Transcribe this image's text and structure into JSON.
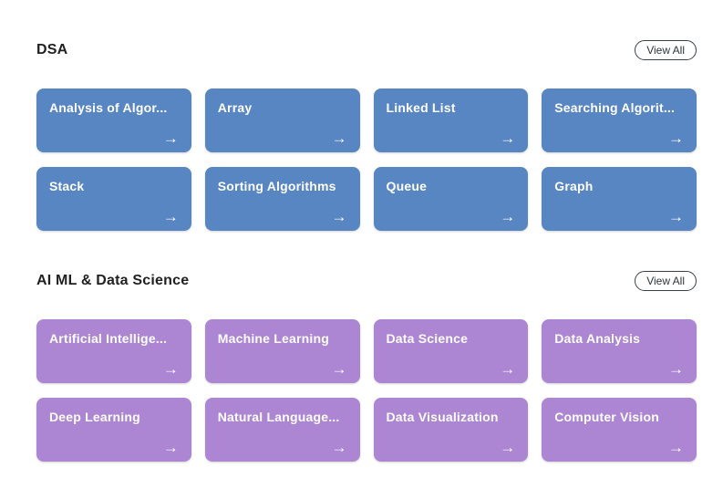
{
  "icons": {
    "arrow_right": "→"
  },
  "sections": [
    {
      "title": "DSA",
      "view_all_label": "View All",
      "card_color": "#5886c2",
      "cards": [
        {
          "label": "Analysis of Algor..."
        },
        {
          "label": "Array"
        },
        {
          "label": "Linked List"
        },
        {
          "label": "Searching Algorit..."
        },
        {
          "label": "Stack"
        },
        {
          "label": "Sorting Algorithms"
        },
        {
          "label": "Queue"
        },
        {
          "label": "Graph"
        }
      ]
    },
    {
      "title": "AI ML & Data Science",
      "view_all_label": "View All",
      "card_color": "#ac85d3",
      "cards": [
        {
          "label": "Artificial Intellige..."
        },
        {
          "label": "Machine Learning"
        },
        {
          "label": "Data Science"
        },
        {
          "label": "Data Analysis"
        },
        {
          "label": "Deep Learning"
        },
        {
          "label": "Natural Language..."
        },
        {
          "label": "Data Visualization"
        },
        {
          "label": "Computer Vision"
        }
      ]
    }
  ]
}
